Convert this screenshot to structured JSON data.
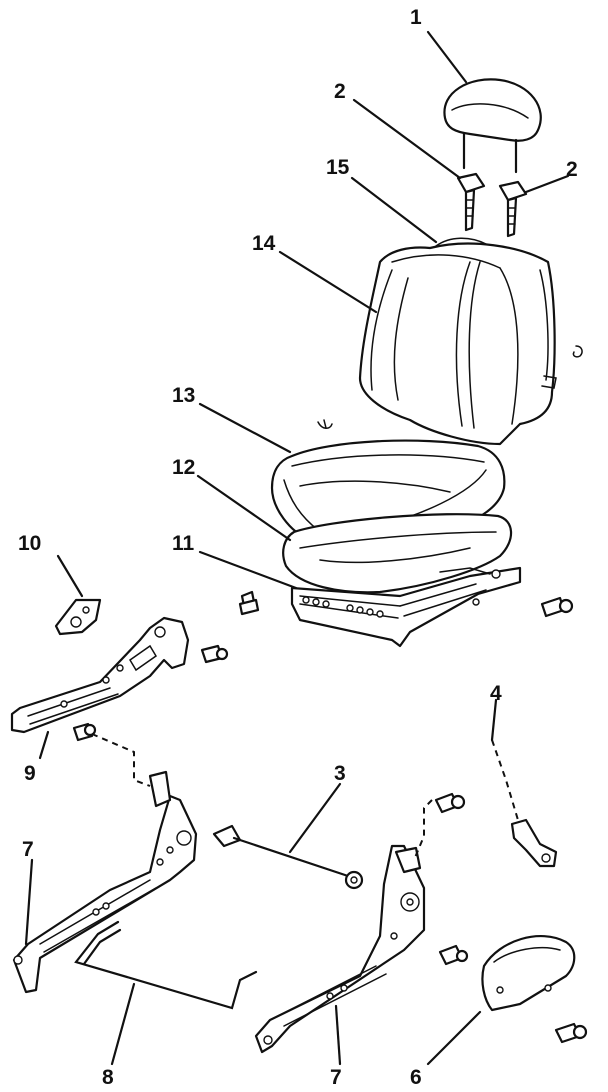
{
  "callouts": {
    "c1": "1",
    "c2a": "2",
    "c2b": "2",
    "c15": "15",
    "c14": "14",
    "c13": "13",
    "c12": "12",
    "c11": "11",
    "c10": "10",
    "c9": "9",
    "c4": "4",
    "c3": "3",
    "c7a": "7",
    "c7b": "7",
    "c8": "8",
    "c6": "6"
  },
  "colors": {
    "ink": "#111111",
    "paper": "#ffffff"
  }
}
